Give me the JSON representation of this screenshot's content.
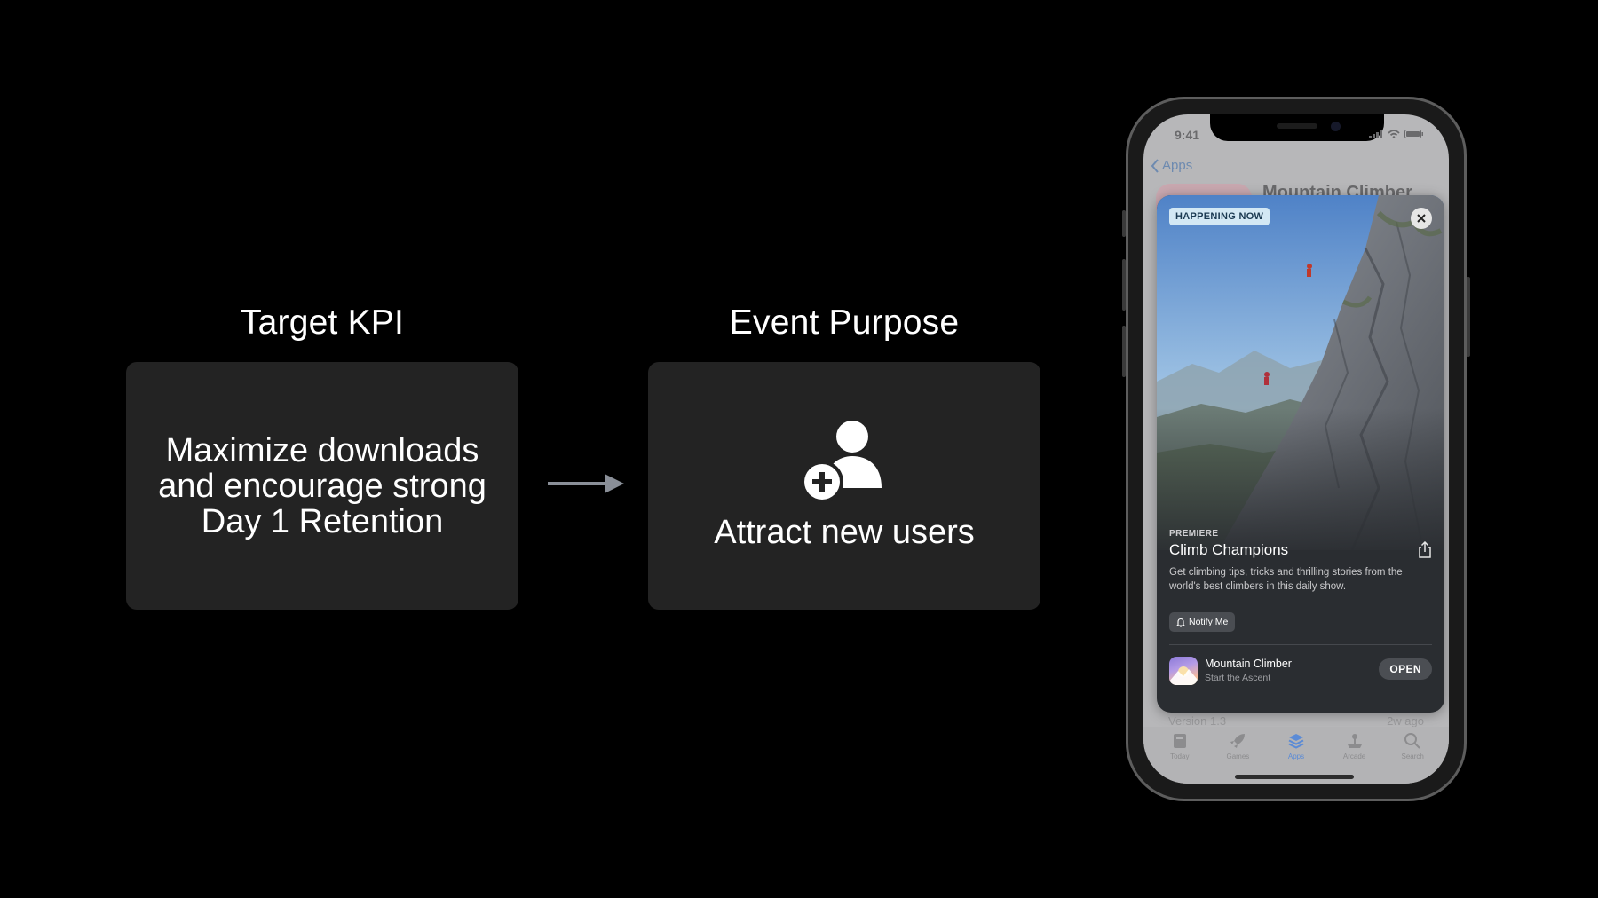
{
  "slide": {
    "kpi_title": "Target KPI",
    "kpi_text": "Maximize downloads and encourage strong Day 1 Retention",
    "purpose_title": "Event Purpose",
    "purpose_text": "Attract new users"
  },
  "phone": {
    "status_time": "9:41",
    "back_label": "Apps",
    "background_title": "Mountain Climber",
    "version_text": "Version 1.3",
    "version_ago": "2w ago",
    "event": {
      "badge": "HAPPENING NOW",
      "eyebrow": "PREMIERE",
      "title": "Climb Champions",
      "description": "Get climbing tips, tricks and thrilling stories from the world's best climbers in this daily show.",
      "notify_label": "Notify Me",
      "app_name": "Mountain Climber",
      "app_subtitle": "Start the Ascent",
      "open_label": "OPEN"
    },
    "tabs": [
      {
        "label": "Today",
        "icon": "today-icon",
        "active": false
      },
      {
        "label": "Games",
        "icon": "rocket-icon",
        "active": false
      },
      {
        "label": "Apps",
        "icon": "apps-stack-icon",
        "active": true
      },
      {
        "label": "Arcade",
        "icon": "joystick-icon",
        "active": false
      },
      {
        "label": "Search",
        "icon": "search-icon",
        "active": false
      }
    ]
  },
  "colors": {
    "background": "#000000",
    "card": "#232323",
    "arrow": "#8a8f98",
    "badge_bg": "#d3e8f4",
    "active_tab": "#5b8bd6"
  }
}
